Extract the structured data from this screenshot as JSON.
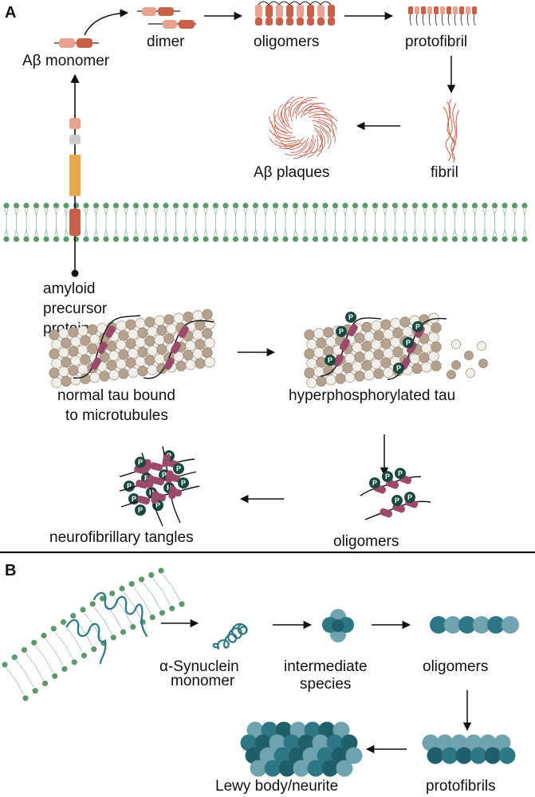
{
  "panel_a": {
    "letter": "A",
    "amyloid": {
      "monomer": "Aβ monomer",
      "dimer": "dimer",
      "oligomers": "oligomers",
      "protofibril": "protofibril",
      "fibril": "fibril",
      "plaques": "Aβ plaques",
      "app_line1": "amyloid",
      "app_line2": "precursor",
      "app_line3": "protein"
    },
    "tau": {
      "normal_line1": "normal tau bound",
      "normal_line2": "to microtubules",
      "hyper": "hyperphosphorylated tau",
      "oligomers": "oligomers",
      "tangles": "neurofibrillary tangles",
      "p_label": "P"
    }
  },
  "panel_b": {
    "letter": "B",
    "monomer_line1": "α-Synuclein",
    "monomer_line2": "monomer",
    "intermediate_line1": "intermediate",
    "intermediate_line2": "species",
    "oligomers": "oligomers",
    "protofibrils": "protofibrils",
    "lewy": "Lewy body/neurite"
  },
  "colors": {
    "salmon_light": "#e8a290",
    "salmon_dark": "#c9614a",
    "app_orange": "#e8a94a",
    "app_gray": "#cccccc",
    "membrane_green": "#5c9a6e",
    "tubulin_tan": "#b4a28e",
    "tubulin_white": "#f2efe9",
    "tau_magenta": "#9b4a6b",
    "phospho_green": "#17493f",
    "syn_teal": "#2e7787",
    "syn_teal_light": "#6fa3ad",
    "syn_dark": "#1f5f6b"
  }
}
